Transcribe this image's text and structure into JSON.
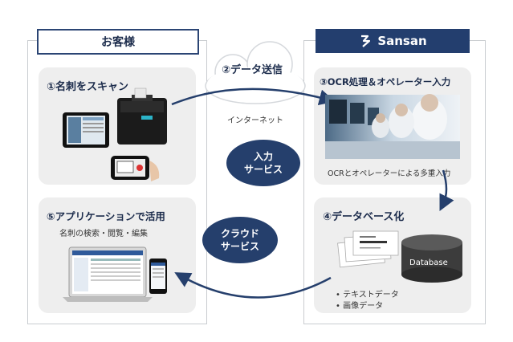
{
  "left_header": "お客様",
  "right_header": "Sansan",
  "step1": {
    "title": "①名刺をスキャン"
  },
  "step2": {
    "title": "②データ送信",
    "caption": "インターネット"
  },
  "step3": {
    "title": "③OCR処理＆オペレーター入力",
    "caption": "OCRとオペレーターによる多重入力"
  },
  "step4": {
    "title": "④データベース化",
    "bullets": [
      "テキストデータ",
      "画像データ"
    ],
    "db_label": "Database"
  },
  "step5": {
    "title": "⑤アプリケーションで活用",
    "caption": "名刺の検索・閲覧・編集"
  },
  "bubble_input": {
    "line1": "入力",
    "line2": "サービス"
  },
  "bubble_cloud": {
    "line1": "クラウド",
    "line2": "サービス"
  },
  "colors": {
    "navy": "#233e6e",
    "card": "#eeeeee",
    "border": "#c9ccd0"
  }
}
